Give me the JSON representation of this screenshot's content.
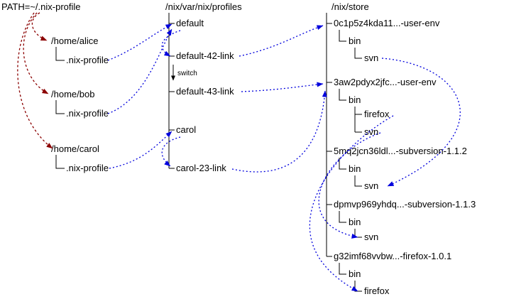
{
  "path_label": "PATH=~/.nix-profile",
  "profiles_header": "/nix/var/nix/profiles",
  "store_header": "/nix/store",
  "homes": [
    {
      "dir": "/home/alice",
      "link": ".nix-profile"
    },
    {
      "dir": "/home/bob",
      "link": ".nix-profile"
    },
    {
      "dir": "/home/carol",
      "link": ".nix-profile"
    }
  ],
  "profiles": [
    "default",
    "default-42-link",
    "default-43-link",
    "carol",
    "carol-23-link"
  ],
  "switch_label": "switch",
  "store": [
    {
      "name": "0c1p5z4kda11...-user-env",
      "bin": "bin",
      "files": [
        "svn"
      ]
    },
    {
      "name": "3aw2pdyx2jfc...-user-env",
      "bin": "bin",
      "files": [
        "firefox",
        "svn"
      ]
    },
    {
      "name": "5mq2jcn36ldl...-subversion-1.1.2",
      "bin": "bin",
      "files": [
        "svn"
      ]
    },
    {
      "name": "dpmvp969yhdq...-subversion-1.1.3",
      "bin": "bin",
      "files": [
        "svn"
      ]
    },
    {
      "name": "g32imf68vvbw...-firefox-1.0.1",
      "bin": "bin",
      "files": [
        "firefox"
      ]
    }
  ],
  "links": [
    {
      "style": "red-dashed",
      "from": "PATH=~/.nix-profile",
      "to": "/home/alice"
    },
    {
      "style": "red-dashed",
      "from": "PATH=~/.nix-profile",
      "to": "/home/bob"
    },
    {
      "style": "red-dashed",
      "from": "PATH=~/.nix-profile",
      "to": "/home/carol"
    },
    {
      "style": "blue-dotted",
      "from": "/home/alice/.nix-profile",
      "to": "default"
    },
    {
      "style": "blue-dotted",
      "from": "/home/bob/.nix-profile",
      "to": "default"
    },
    {
      "style": "blue-dotted",
      "from": "/home/carol/.nix-profile",
      "to": "carol"
    },
    {
      "style": "blue-dotted",
      "from": "default",
      "to": "default-42-link"
    },
    {
      "style": "blue-dotted",
      "from": "carol",
      "to": "carol-23-link"
    },
    {
      "style": "black-labeled",
      "label": "switch",
      "from": "default-42-link",
      "to": "default-43-link"
    },
    {
      "style": "blue-dotted",
      "from": "default-42-link",
      "to": "0c1p5z4kda11...-user-env"
    },
    {
      "style": "blue-dotted",
      "from": "default-43-link",
      "to": "3aw2pdyx2jfc...-user-env"
    },
    {
      "style": "blue-dotted",
      "from": "carol-23-link",
      "to": "3aw2pdyx2jfc...-user-env"
    },
    {
      "style": "blue-dotted",
      "from": "0c1p5z4kda11...-user-env/bin/svn",
      "to": "5mq2jcn36ldl...-subversion-1.1.2/bin/svn"
    },
    {
      "style": "blue-dotted",
      "from": "3aw2pdyx2jfc...-user-env/bin/firefox",
      "to": "g32imf68vvbw...-firefox-1.0.1/bin/firefox"
    },
    {
      "style": "blue-dotted",
      "from": "3aw2pdyx2jfc...-user-env/bin/svn",
      "to": "dpmvp969yhdq...-subversion-1.1.3/bin/svn"
    }
  ],
  "colors": {
    "symlink_arrow": "#0000dd",
    "path_arrow": "#8b0000",
    "tree_lines": "#000000",
    "background": "#ffffff"
  }
}
